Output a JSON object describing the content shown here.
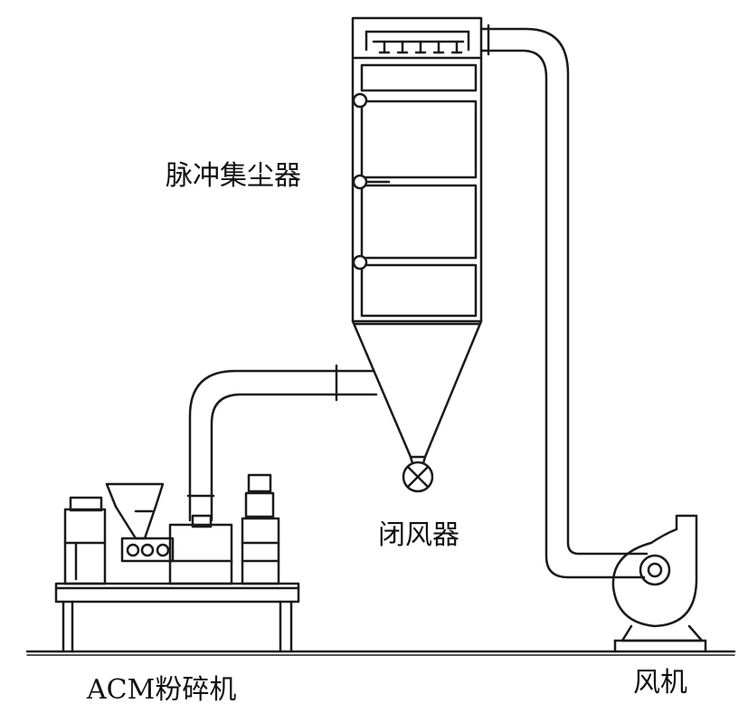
{
  "labels": {
    "pulse_collector": "脉冲集尘器",
    "airlock": "闭风器",
    "acm_mill": "ACM粉碎机",
    "fan": "风机"
  },
  "colors": {
    "line": "#1a1a1a",
    "background": "#ffffff"
  }
}
